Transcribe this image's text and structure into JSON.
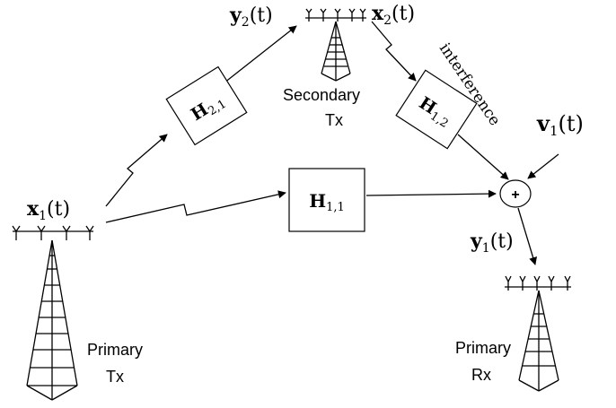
{
  "signals": {
    "x1": {
      "sym": "x",
      "sub": "1",
      "arg": "(t)"
    },
    "x2": {
      "sym": "x",
      "sub": "2",
      "arg": "(t)"
    },
    "y1": {
      "sym": "y",
      "sub": "1",
      "arg": "(t)"
    },
    "y2": {
      "sym": "y",
      "sub": "2",
      "arg": "(t)"
    },
    "v1": {
      "sym": "v",
      "sub": "1",
      "arg": "(t)"
    }
  },
  "channels": {
    "h21": {
      "sym": "H",
      "sub": "2,1"
    },
    "h12": {
      "sym": "H",
      "sub": "1,2"
    },
    "h11": {
      "sym": "H",
      "sub": "1,1"
    }
  },
  "labels": {
    "interference": "interference",
    "secondary_tx_line1": "Secondary",
    "secondary_tx_line2": "Tx",
    "primary_tx_line1": "Primary",
    "primary_tx_line2": "Tx",
    "primary_rx_line1": "Primary",
    "primary_rx_line2": "Rx",
    "sum_symbol": "+"
  }
}
